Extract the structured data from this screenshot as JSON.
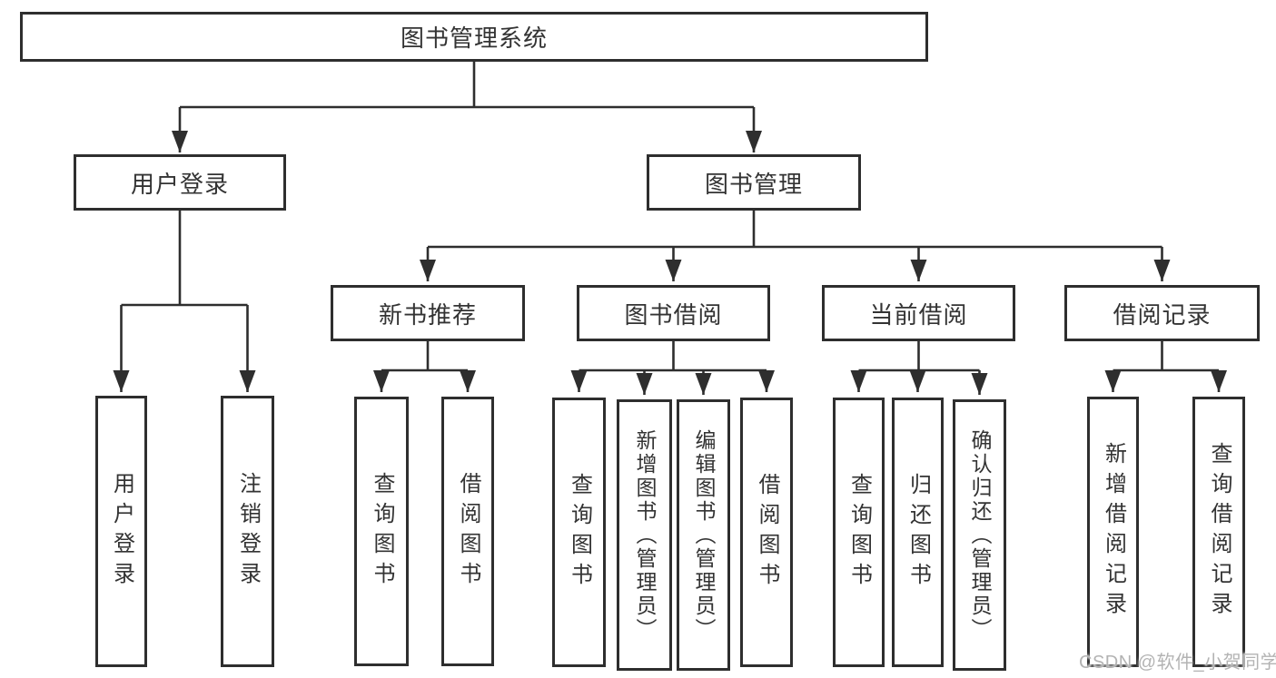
{
  "nodes": {
    "root": "图书管理系统",
    "user_login": "用户登录",
    "book_mgmt": "图书管理",
    "new_book_rec": "新书推荐",
    "book_borrow": "图书借阅",
    "current_borrow": "当前借阅",
    "borrow_record": "借阅记录"
  },
  "leaves": {
    "user_login_1": "用户登录",
    "user_login_2": "注销登录",
    "new_book_rec_1": "查询图书",
    "new_book_rec_2": "借阅图书",
    "book_borrow_1": "查询图书",
    "book_borrow_2": "新增图书（管理员）",
    "book_borrow_3": "编辑图书（管理员）",
    "book_borrow_4": "借阅图书",
    "current_borrow_1": "查询图书",
    "current_borrow_2": "归还图书",
    "current_borrow_3": "确认归还（管理员）",
    "borrow_record_1": "新增借阅记录",
    "borrow_record_2": "查询借阅记录"
  },
  "watermark": "CSDN @软件_小贺同学",
  "colors": {
    "line": "#2e2e2e",
    "text": "#333333",
    "background": "#ffffff",
    "watermark": "#b3b3b3"
  }
}
